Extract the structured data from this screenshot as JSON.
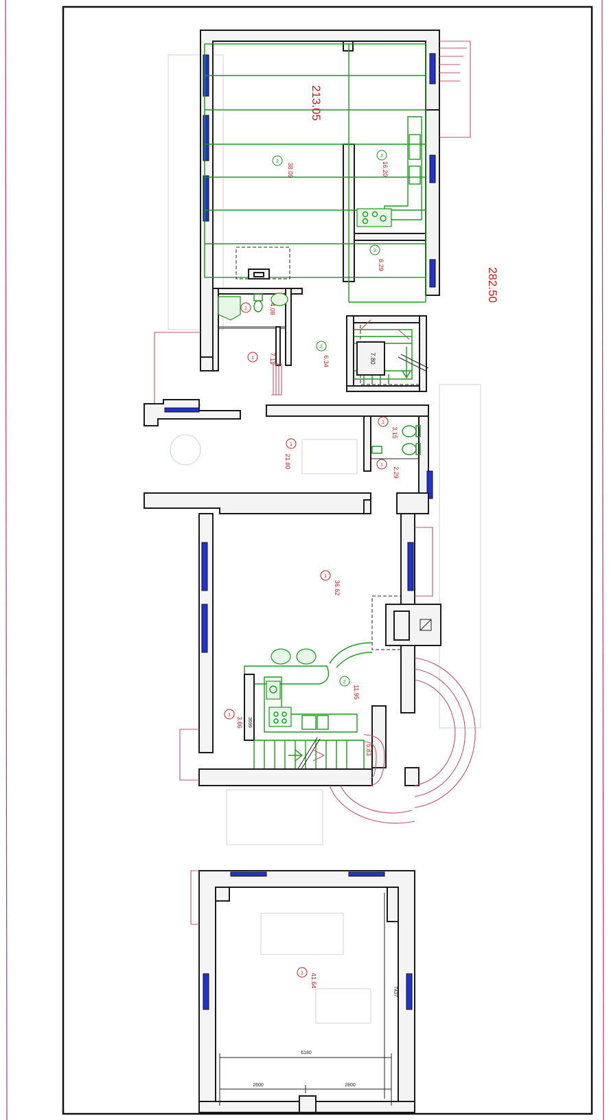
{
  "totals": {
    "area_a": "213.05",
    "area_b": "282.50"
  },
  "rooms": [
    {
      "id": "r1",
      "area": "38.09",
      "level": "2"
    },
    {
      "id": "r2",
      "area": "16.20",
      "level": "2"
    },
    {
      "id": "r3",
      "area": "6.29",
      "level": "2"
    },
    {
      "id": "r4",
      "area": "4.08",
      "level": "1"
    },
    {
      "id": "r5",
      "area": "7.11",
      "level": "1"
    },
    {
      "id": "r6",
      "area": "6.34",
      "level": "2"
    },
    {
      "id": "r7",
      "area": "7.80",
      "level": ""
    },
    {
      "id": "r8",
      "area": "3.15",
      "level": "1"
    },
    {
      "id": "r9",
      "area": "21.80",
      "level": "1"
    },
    {
      "id": "r10",
      "area": "2.29",
      "level": "1"
    },
    {
      "id": "r11",
      "area": "36.62",
      "level": "1"
    },
    {
      "id": "r12",
      "area": "11.95",
      "level": "2"
    },
    {
      "id": "r13",
      "area": "3.86",
      "level": "1"
    },
    {
      "id": "r14",
      "area": "5.83",
      "level": ""
    },
    {
      "id": "r15",
      "area": "41.64",
      "level": "1"
    }
  ],
  "dimensions": {
    "stair_width": "3699",
    "outbuilding_depth": "7437",
    "outbuilding_width": "6180",
    "seg_left": "2600",
    "seg_right": "2800"
  },
  "colors": {
    "wall": "#1a1a1a",
    "window": "#2233cc",
    "furniture": "#1a9a1a",
    "label_level1": "#cc1a1a",
    "label_level2": "#1a8a1a",
    "outline": "#c0506a"
  }
}
